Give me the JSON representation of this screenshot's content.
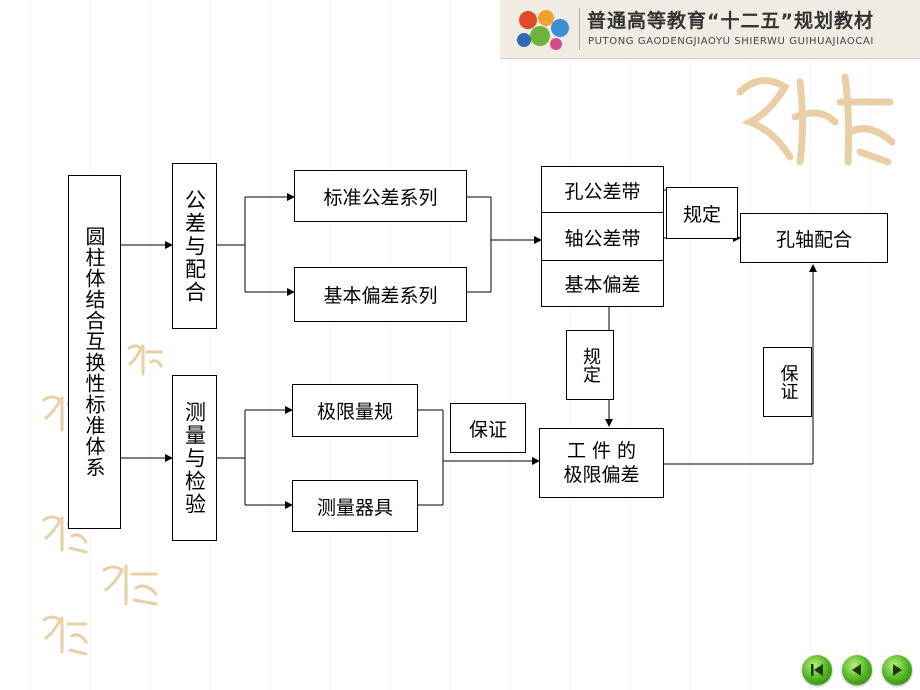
{
  "header": {
    "title": "普通高等教育“十二五”规划教材",
    "subtitle": "PUTONG GAODENGJIAOYU SHIERWU GUIHUAJIAOCAI"
  },
  "diagram": {
    "root": "圆柱体结合互换性标准体系",
    "tolerance_fit": "公差与配合",
    "measure_inspect": "测量与检验",
    "std_tol_series": "标准公差系列",
    "basic_dev_series": "基本偏差系列",
    "limit_gauge": "极限量规",
    "measuring_tools": "测量器具",
    "hole_tol_zone": "孔公差带",
    "shaft_tol_zone": "轴公差带",
    "basic_dev": "基本偏差",
    "specify_top": "规定",
    "specify_mid": "规定",
    "hole_shaft_fit": "孔轴配合",
    "guarantee_right": "保证",
    "guarantee_mid": "保证",
    "workpiece_line1": "工 件 的",
    "workpiece_line2": "极限偏差"
  },
  "nav": {
    "first_icon": "first-page-icon",
    "prev_icon": "previous-page-icon",
    "next_icon": "next-page-icon"
  },
  "colors": {
    "nav_green": "#4caf1e",
    "seal_tan": "#e8cfa6"
  }
}
